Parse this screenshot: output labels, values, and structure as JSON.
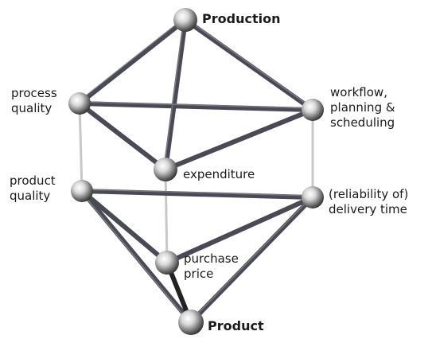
{
  "nodes": {
    "production": "Production",
    "process_quality": [
      "process",
      "quality"
    ],
    "workflow": [
      "workflow,",
      "planning &",
      "scheduling"
    ],
    "expenditure": "expenditure",
    "product_quality": [
      "product",
      "quality"
    ],
    "delivery_time": [
      "(reliability of)",
      "delivery time"
    ],
    "purchase_price": [
      "purchase",
      "price"
    ],
    "product": "Product"
  },
  "colors": {
    "strut": "#4a4a55",
    "strut_highlight": "#8a8a96",
    "vertical_link": "#c8c8c8",
    "sphere_light": "#ffffff",
    "sphere_dark": "#2a2a2a"
  }
}
